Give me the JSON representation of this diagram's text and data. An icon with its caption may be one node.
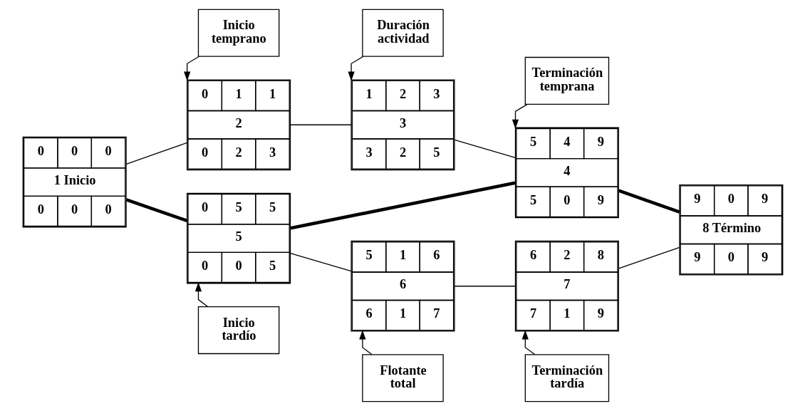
{
  "diagram": {
    "nodes": [
      {
        "text": [
          "Inicio temprano"
        ]
      },
      {
        "text": [
          "Duración actividad"
        ]
      },
      {
        "text": [
          "Terminación temprana"
        ]
      },
      {
        "text": [
          "0",
          "1",
          "1",
          "2",
          "0",
          "2",
          "3"
        ]
      },
      {
        "text": [
          "1",
          "2",
          "3",
          "3",
          "3",
          "2",
          "5"
        ]
      },
      {
        "text": [
          "5",
          "4",
          "9",
          "4",
          "5",
          "0",
          "9"
        ]
      },
      {
        "text": [
          "0",
          "0",
          "0",
          "1 Inicio",
          "0",
          "0",
          "0"
        ]
      },
      {
        "text": [
          "9",
          "0",
          "9",
          "8 Término",
          "9",
          "0",
          "9"
        ]
      },
      {
        "text": [
          "0",
          "5",
          "5",
          "5",
          "0",
          "0",
          "5"
        ]
      },
      {
        "text": [
          "5",
          "1",
          "6",
          "6",
          "6",
          "1",
          "7"
        ]
      },
      {
        "text": [
          "6",
          "2",
          "8",
          "7",
          "7",
          "1",
          "9"
        ]
      },
      {
        "text": [
          "Inicio tardío"
        ]
      },
      {
        "text": [
          "Flotante total"
        ]
      },
      {
        "text": [
          "Terminación tardía"
        ]
      }
    ],
    "edges": [
      {
        "from": 0,
        "to": 3,
        "arrow": "to"
      },
      {
        "from": 1,
        "to": 4,
        "arrow": "to"
      },
      {
        "from": 2,
        "to": 5,
        "arrow": "to"
      },
      {
        "from": 6,
        "to": 3,
        "arrow": "none"
      },
      {
        "from": 3,
        "to": 4,
        "arrow": "none"
      },
      {
        "from": 4,
        "to": 5,
        "arrow": "none"
      },
      {
        "from": 5,
        "to": 7,
        "arrow": "none",
        "style": "thick"
      },
      {
        "from": 6,
        "to": 8,
        "arrow": "none",
        "style": "thick"
      },
      {
        "from": 8,
        "to": 5,
        "arrow": "none",
        "style": "thick"
      },
      {
        "from": 8,
        "to": 9,
        "arrow": "none"
      },
      {
        "from": 9,
        "to": 10,
        "arrow": "none"
      },
      {
        "from": 10,
        "to": 7,
        "arrow": "none"
      },
      {
        "from": 11,
        "to": 8,
        "arrow": "to"
      },
      {
        "from": 12,
        "to": 9,
        "arrow": "to"
      },
      {
        "from": 13,
        "to": 10,
        "arrow": "to"
      }
    ]
  }
}
